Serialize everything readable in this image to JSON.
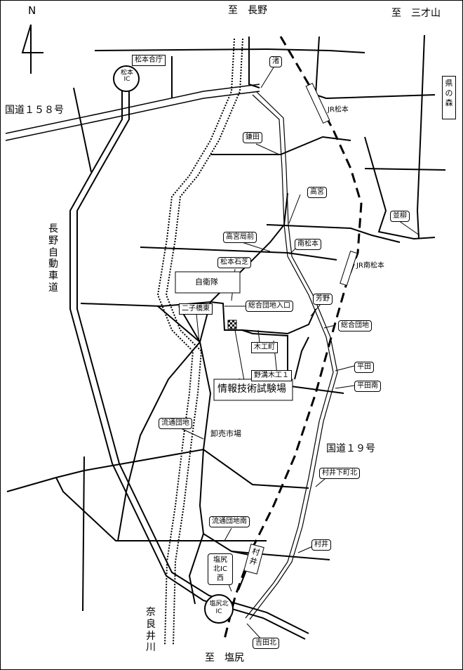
{
  "map": {
    "north": "N",
    "to_nagano": "至　長野",
    "to_sansaiyama": "至　三才山",
    "to_shiojiri": "至　塩尻",
    "route158": "国道１５８号",
    "route19": "国道１９号",
    "expressway": "長野自動車道",
    "narai_river": "奈良井川",
    "ken_no_mori": "県の森",
    "target": "情報技術試験場",
    "self_defense": "自衛隊",
    "wholesale_market": "卸売市場",
    "mura_i_station_box": "村井",
    "labels": {
      "matsumoto_goucho": "松本合庁",
      "matsumoto_ic": "松本IC",
      "nagisa": "渚",
      "jr_matsumoto": "JR松本",
      "kamada": "鎌田",
      "takamiya": "高宮",
      "namiyanagi": "並柳",
      "takamiya_kyokumae": "高宮局前",
      "minami_matsumoto": "南松本",
      "jr_minami_matsumoto": "JR南松本",
      "matsumoto_ishishiba": "松本石芝",
      "futago_bashi_higashi": "二子橋東",
      "sougou_danchi_iriguchi": "総合団地入口",
      "yoshino": "芳野",
      "sougou_danchi": "総合団地",
      "kikou_machi": "木工町",
      "nose_mokko": "野溝木工１",
      "hirata": "平田",
      "hirata_minami": "平田南",
      "ryutsu_danchi": "流通団地",
      "murai_shimomachi_kita": "村井下町北",
      "ryutsu_danchi_minami": "流通団地南",
      "murai": "村井",
      "shiojiri_kita_ic_nishi": "塩尻北IC西",
      "shiojiri_kita_ic": "塩尻北IC",
      "yoshida_kita": "吉田北"
    }
  }
}
